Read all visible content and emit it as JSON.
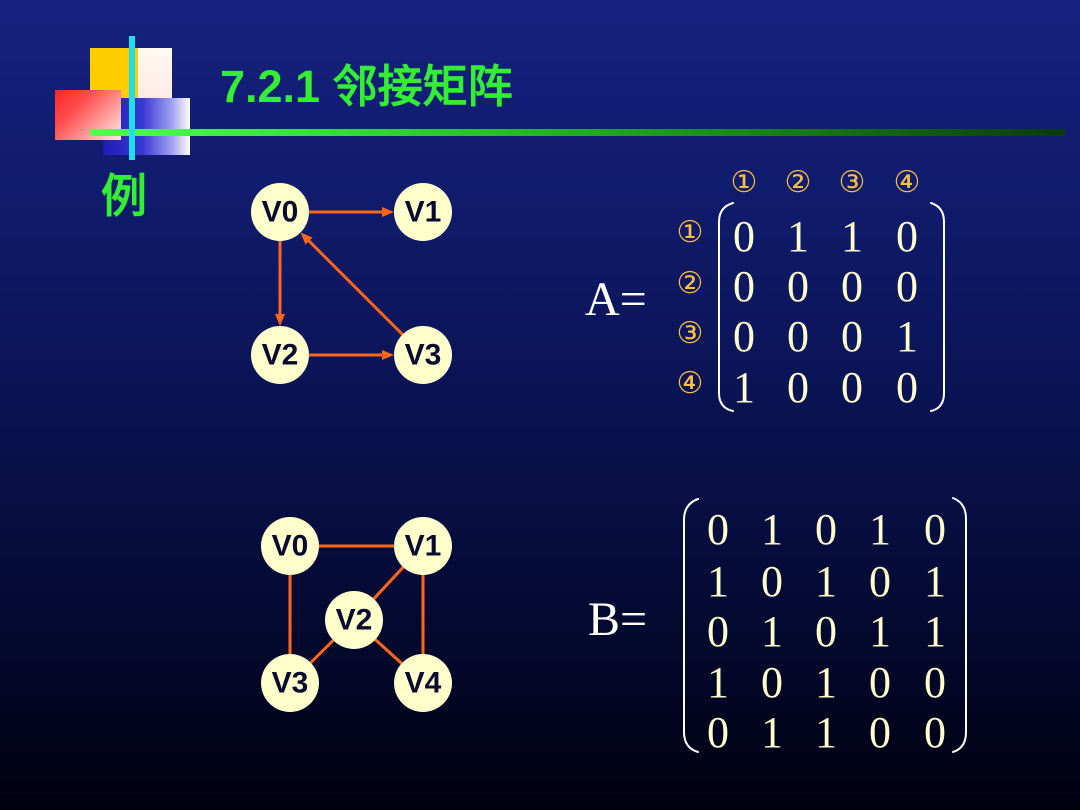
{
  "slide": {
    "title": "7.2.1 邻接矩阵",
    "example_label": "例"
  },
  "colors": {
    "heading": "#33ee33",
    "node_fill": "#ffffcc",
    "node_text": "#0a0a30",
    "edge": "#ff6619",
    "matrix_label": "#ffffff",
    "matrix_value": "#ffffcc",
    "index_label": "#ffc040",
    "bracket": "#ffffff"
  },
  "graph_a": {
    "directed": true,
    "nodes": [
      "V0",
      "V1",
      "V2",
      "V3"
    ],
    "edges": [
      {
        "from": 0,
        "to": 1
      },
      {
        "from": 0,
        "to": 2
      },
      {
        "from": 2,
        "to": 3
      },
      {
        "from": 3,
        "to": 0
      }
    ]
  },
  "matrix_a": {
    "label": "A=",
    "col_headers": [
      "①",
      "②",
      "③",
      "④"
    ],
    "row_headers": [
      "①",
      "②",
      "③",
      "④"
    ],
    "rows": [
      [
        0,
        1,
        1,
        0
      ],
      [
        0,
        0,
        0,
        0
      ],
      [
        0,
        0,
        0,
        1
      ],
      [
        1,
        0,
        0,
        0
      ]
    ]
  },
  "graph_b": {
    "directed": false,
    "nodes": [
      "V0",
      "V1",
      "V2",
      "V3",
      "V4"
    ],
    "edges": [
      {
        "from": 0,
        "to": 1
      },
      {
        "from": 0,
        "to": 3
      },
      {
        "from": 1,
        "to": 2
      },
      {
        "from": 1,
        "to": 4
      },
      {
        "from": 2,
        "to": 3
      },
      {
        "from": 2,
        "to": 4
      }
    ]
  },
  "matrix_b": {
    "label": "B=",
    "rows": [
      [
        0,
        1,
        0,
        1,
        0
      ],
      [
        1,
        0,
        1,
        0,
        1
      ],
      [
        0,
        1,
        0,
        1,
        1
      ],
      [
        1,
        0,
        1,
        0,
        0
      ],
      [
        0,
        1,
        1,
        0,
        0
      ]
    ]
  }
}
